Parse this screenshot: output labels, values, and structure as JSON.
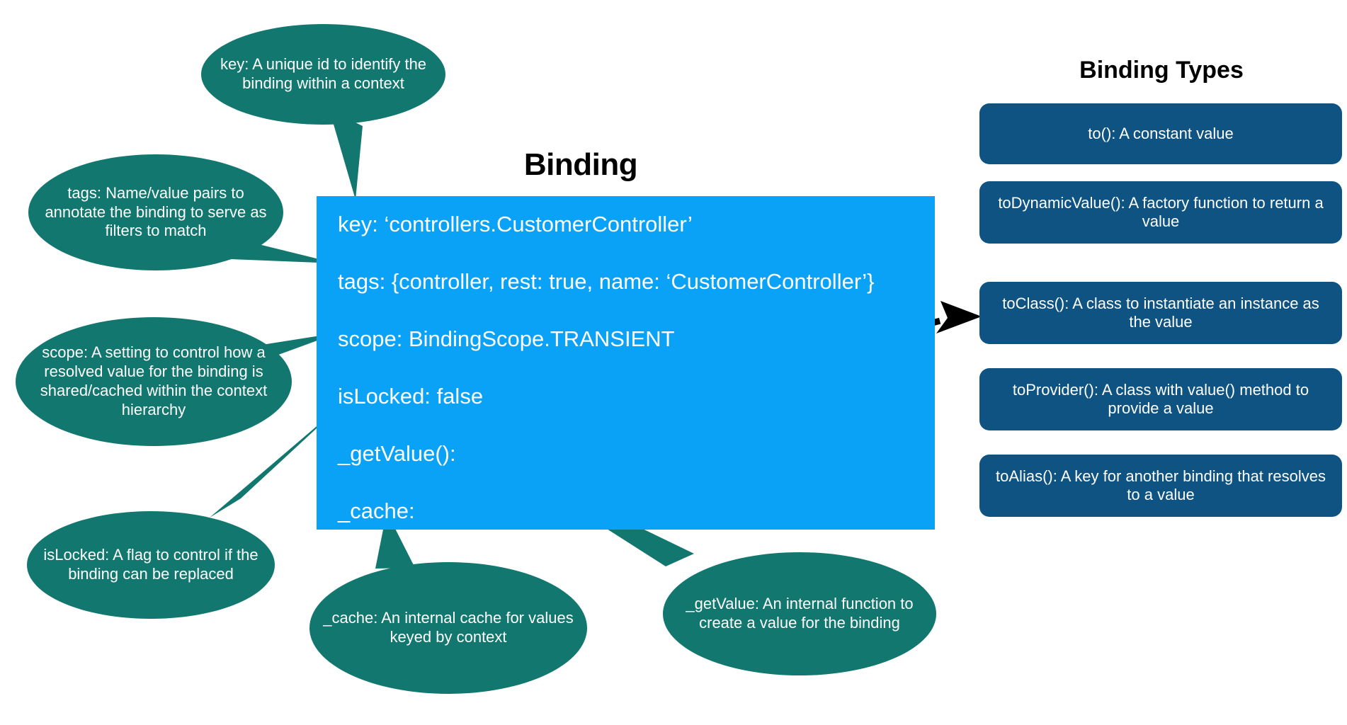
{
  "diagram": {
    "main_title": "Binding",
    "types_title": "Binding Types",
    "colors": {
      "bubble_teal": "#12776F",
      "main_box_blue": "#0AA2F7",
      "type_box_blue": "#0E5382",
      "arrow_black": "#000000",
      "text_white": "#FFFFFF",
      "background": "#FFFFFF"
    }
  },
  "binding_box": {
    "lines": [
      "key: ‘controllers.CustomerController’",
      "tags: {controller, rest: true, name: ‘CustomerController’}",
      "scope: BindingScope.TRANSIENT",
      "isLocked: false",
      "_getValue():",
      "_cache:"
    ]
  },
  "callouts": [
    {
      "id": "key",
      "text": "key: A unique id to identify the binding within a context"
    },
    {
      "id": "tags",
      "text": "tags: Name/value pairs to annotate the binding to serve as filters to match"
    },
    {
      "id": "scope",
      "text": "scope: A setting to control how a resolved value for the binding is shared/cached within the context hierarchy"
    },
    {
      "id": "isLocked",
      "text": "isLocked: A flag to control if the binding can be replaced"
    },
    {
      "id": "cache",
      "text": "_cache: An internal cache for values keyed by context"
    },
    {
      "id": "getValue",
      "text": "_getValue: An internal function to create a value for the binding"
    }
  ],
  "binding_types": [
    {
      "id": "to",
      "text": "to(): A constant value"
    },
    {
      "id": "toDynamicValue",
      "text": "toDynamicValue(): A factory function to return a value"
    },
    {
      "id": "toClass",
      "text": "toClass(): A class to instantiate an instance as the value"
    },
    {
      "id": "toProvider",
      "text": "toProvider(): A class with value() method to provide a value"
    },
    {
      "id": "toAlias",
      "text": "toAlias(): A key for another binding that resolves to a value"
    }
  ]
}
